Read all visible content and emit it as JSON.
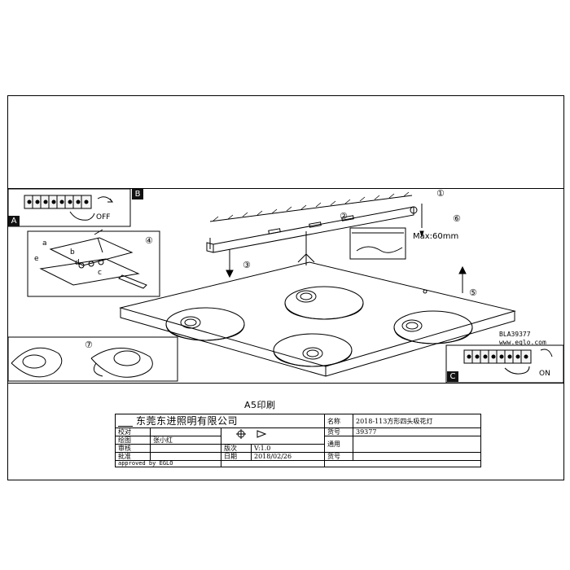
{
  "panels": {
    "a_letter": "A",
    "b_letter": "B",
    "c_letter": "C",
    "off_label": "OFF",
    "on_label": "ON"
  },
  "steps": {
    "s1": "①",
    "s2": "②",
    "s3": "③",
    "s4": "④",
    "s5": "⑤",
    "s6": "⑥",
    "s7": "⑦",
    "sa": "a",
    "sb": "b",
    "sc": "c",
    "sd": "d",
    "se": "e"
  },
  "max_label": "Max:60mm",
  "model_code": "BLA39377",
  "website": "www.eglo.com",
  "sheet_title": "A5印刷",
  "title_block": {
    "company": "东莞东进照明有限公司",
    "row1_label": "校对",
    "name_label": "名称",
    "name_value": "2018-113方形四头吸花灯",
    "draw_label": "绘图",
    "draw_value": "张小红",
    "goods_label": "货号",
    "goods_value": "39377",
    "review_label": "审核",
    "version_label": "版次",
    "version_value": "V:1.0",
    "common_label": "通用",
    "approve_label": "批准",
    "date_label": "日期",
    "date_value": "2018/02/26",
    "item_label": "货号",
    "approved_by": "approved by EGLO"
  }
}
